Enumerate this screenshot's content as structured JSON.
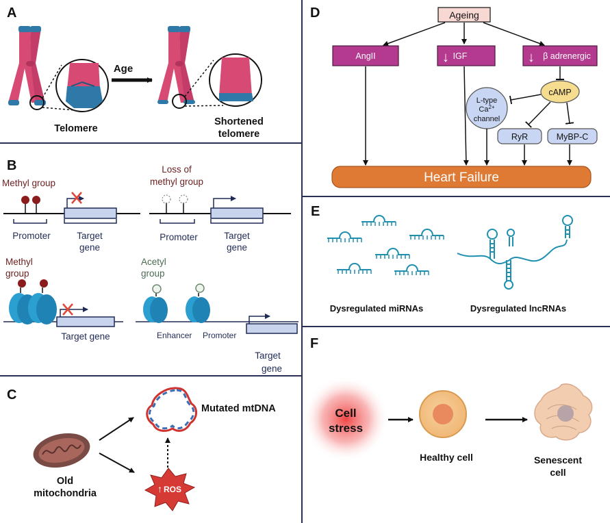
{
  "colors": {
    "divider": "#2a2f55",
    "magenta": "#b33a8f",
    "heart_failure": "#de7a34",
    "camp": "#f5dc8e",
    "node_blue": "#c9d6f3",
    "methyl": "#8a1c1c",
    "target_box": "#c8d4ee",
    "navy": "#1f2a55",
    "mtdna_red": "#d0322e",
    "mtdna_blue": "#3a6fb5",
    "ros": "#d63a35",
    "rna": "#1f8fb0"
  },
  "panels": {
    "a": {
      "label": "A",
      "age": "Age",
      "telomere": "Telomere",
      "shortened_line1": "Shortened",
      "shortened_line2": "telomere"
    },
    "b": {
      "label": "B",
      "methyl_group": "Methyl group",
      "loss_line1": "Loss of",
      "loss_line2": "methyl group",
      "promoter": "Promoter",
      "target": "Target",
      "gene": "gene",
      "methyl_line1": "Methyl",
      "methyl_line2": "group",
      "acetyl_line1": "Acetyl",
      "acetyl_line2": "group",
      "target_gene": "Target gene",
      "enhancer": "Enhancer"
    },
    "c": {
      "label": "C",
      "mutated_mtdna": "Mutated mtDNA",
      "old_line1": "Old",
      "old_line2": "mitochondria",
      "ros_arrow": "↑",
      "ros": "ROS"
    },
    "d": {
      "label": "D",
      "ageing": "Ageing",
      "angii": "AngII",
      "igf": "IGF",
      "beta": "β adrenergic",
      "down_arrow": "↓",
      "camp": "cAMP",
      "ltype_line1": "L-type",
      "ltype_ca": "Ca",
      "ltype_sup": "2+",
      "ltype_line3": "channel",
      "ryr": "RyR",
      "mybpc": "MyBP-C",
      "heart_failure": "Heart Failure"
    },
    "e": {
      "label": "E",
      "mirnas": "Dysregulated miRNAs",
      "lncrnas": "Dysregulated lncRNAs"
    },
    "f": {
      "label": "F",
      "cell": "Cell",
      "stress": "stress",
      "healthy": "Healthy cell",
      "senescent_line1": "Senescent",
      "senescent_line2": "cell"
    }
  }
}
